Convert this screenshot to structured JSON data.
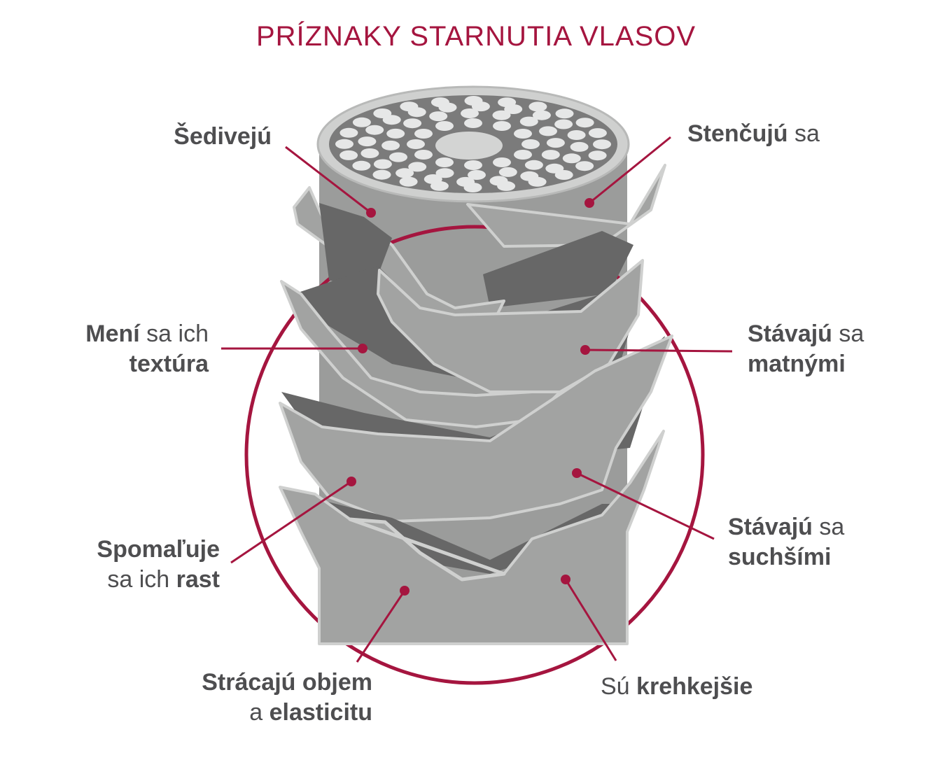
{
  "title": "PRÍZNAKY STARNUTIA VLASOV",
  "colors": {
    "accent": "#a5153f",
    "text": "#4e4e50",
    "scale": "#a2a3a2",
    "scale_shadow": "#676767",
    "scale_edge": "#cfd0cf",
    "cross_section_bg": "#7b7b7b",
    "cortex_cells": "#e6e7e7",
    "medulla": "#d3d4d3"
  },
  "labels": {
    "graying": {
      "bold": "Šedivejú",
      "normal": ""
    },
    "thinning": {
      "bold": "Stenčujú",
      "normal": " sa"
    },
    "texture": {
      "line1_bold": "Mení",
      "line1_normal": " sa ich",
      "line2_bold": "textúra"
    },
    "dull": {
      "line1_bold": "Stávajú",
      "line1_normal": " sa",
      "line2_bold": "matnými"
    },
    "growth": {
      "line1_bold": "Spomaľuje",
      "line2_normal": "sa ich ",
      "line2_bold": "rast"
    },
    "dry": {
      "line1_bold": "Stávajú",
      "line1_normal": " sa",
      "line2_bold": "suchšími"
    },
    "volume": {
      "line1_bold": "Strácajú objem",
      "line2_normal": "a ",
      "line2_bold": "elasticitu"
    },
    "brittle": {
      "normal": "Sú ",
      "bold": "krehkejšie"
    }
  }
}
